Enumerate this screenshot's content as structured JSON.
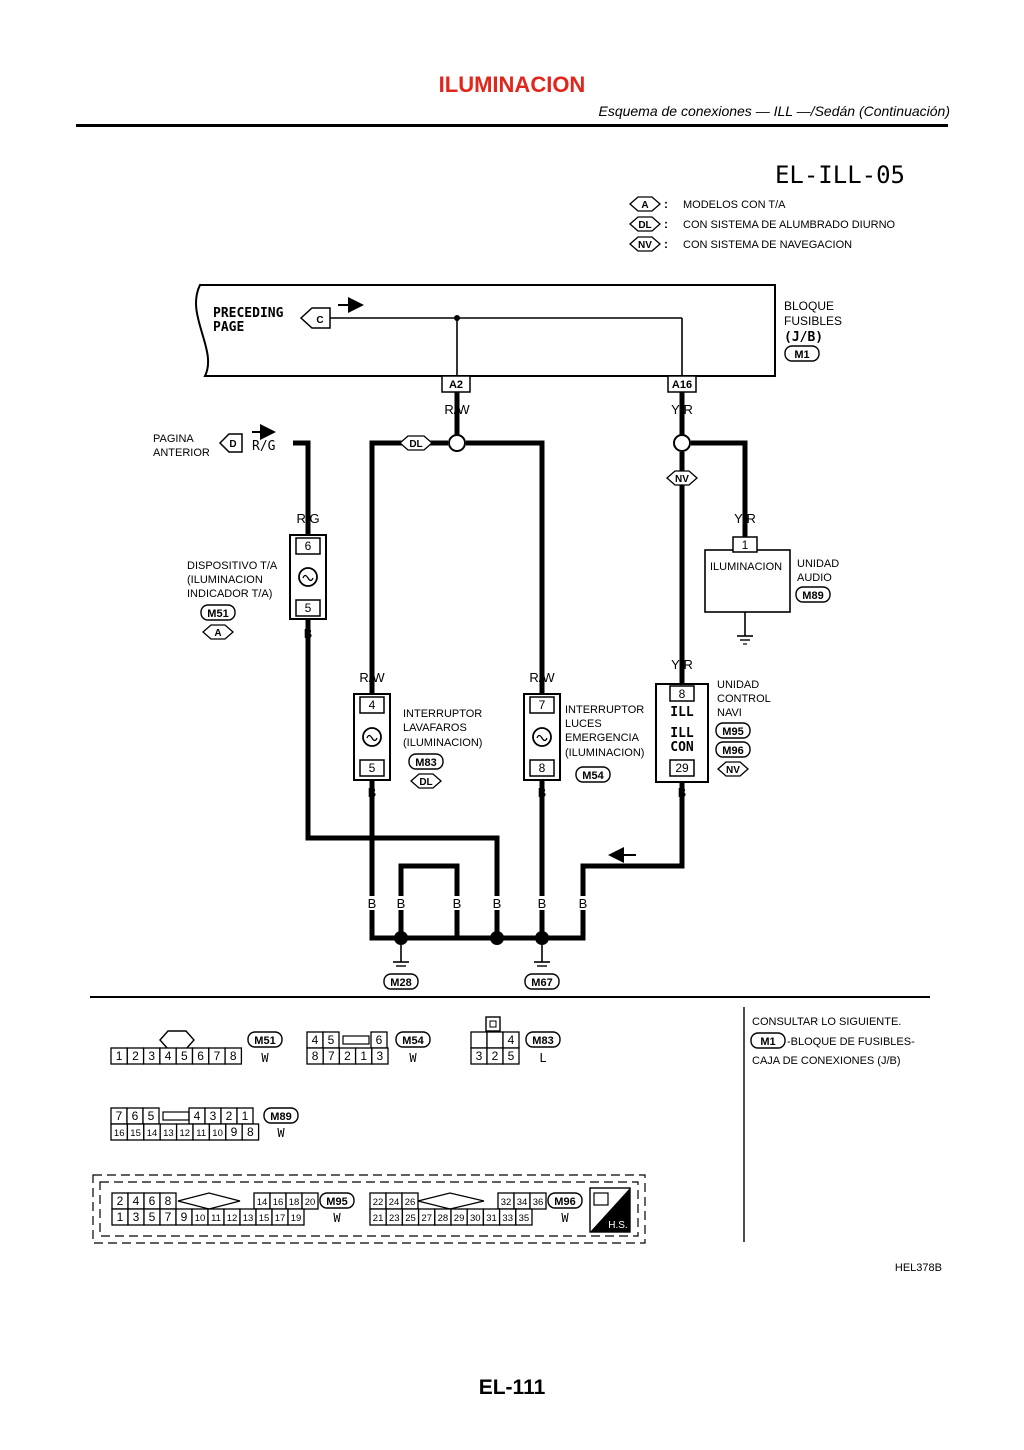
{
  "header": {
    "title": "ILUMINACION",
    "subtitle": "Esquema de conexiones — ILL —/Sedán (Continuación)"
  },
  "diagram_id": "EL-ILL-05",
  "legend": [
    {
      "code": "A",
      "text": "MODELOS CON T/A"
    },
    {
      "code": "DL",
      "text": "CON SISTEMA DE ALUMBRADO DIURNO"
    },
    {
      "code": "NV",
      "text": "CON SISTEMA DE NAVEGACION"
    }
  ],
  "fuse_block": {
    "preceding": [
      "PRECEDING",
      "PAGE"
    ],
    "ref": "C",
    "label": [
      "BLOQUE",
      "FUSIBLES",
      "(J/B)"
    ],
    "conn": "M1",
    "terminals": [
      "A2",
      "A16"
    ]
  },
  "pagina_anterior": {
    "lines": [
      "PAGINA",
      "ANTERIOR"
    ],
    "ref": "D",
    "wire": "R/G"
  },
  "wires": {
    "rw": "R/W",
    "yr": "Y/R",
    "rg": "R/G",
    "b": "B",
    "dl_tag": "DL",
    "nv_tag": "NV"
  },
  "components": {
    "ta": {
      "label": [
        "DISPOSITIVO T/A",
        "(ILUMINACION",
        "INDICADOR T/A)"
      ],
      "conn": "M51",
      "tag": "A",
      "pins": [
        "6",
        "5"
      ]
    },
    "audio": {
      "inner": "ILUMINACION",
      "label": [
        "UNIDAD",
        "AUDIO"
      ],
      "conn": "M89",
      "pin": "1"
    },
    "lavafaros": {
      "label": [
        "INTERRUPTOR",
        "LAVAFAROS",
        "(ILUMINACION)"
      ],
      "conn": "M83",
      "tag": "DL",
      "pins": [
        "4",
        "5"
      ]
    },
    "emergencia": {
      "label": [
        "INTERRUPTOR",
        "LUCES",
        "EMERGENCIA",
        "(ILUMINACION)"
      ],
      "conn": "M54",
      "pins": [
        "7",
        "8"
      ]
    },
    "navi": {
      "label": [
        "UNIDAD",
        "CONTROL",
        "NAVI"
      ],
      "conns": [
        "M95",
        "M96"
      ],
      "tag": "NV",
      "pins": [
        "8",
        "29"
      ],
      "inner": [
        "ILL",
        "ILL",
        "CON"
      ]
    }
  },
  "grounds": [
    "M28",
    "M67"
  ],
  "connectors": {
    "m51": {
      "conn": "M51",
      "color": "W",
      "pins": [
        "1",
        "2",
        "3",
        "4",
        "5",
        "6",
        "7",
        "8"
      ]
    },
    "m54": {
      "conn": "M54",
      "color": "W",
      "top": [
        "4",
        "5",
        "6"
      ],
      "bottom": [
        "8",
        "7",
        "2",
        "1",
        "3"
      ]
    },
    "m83": {
      "conn": "M83",
      "color": "L",
      "top": [
        "4"
      ],
      "bottom": [
        "3",
        "2",
        "5"
      ]
    },
    "m89": {
      "conn": "M89",
      "color": "W",
      "top": [
        "7",
        "6",
        "5",
        "4",
        "3",
        "2",
        "1"
      ],
      "bottom": [
        "16",
        "15",
        "14",
        "13",
        "12",
        "11",
        "10",
        "9",
        "8"
      ]
    },
    "m95": {
      "conn": "M95",
      "color": "W",
      "top": [
        "2",
        "4",
        "6",
        "8",
        "14",
        "16",
        "18",
        "20"
      ],
      "bottom": [
        "1",
        "3",
        "5",
        "7",
        "9",
        "10",
        "11",
        "12",
        "13",
        "15",
        "17",
        "19"
      ]
    },
    "m96": {
      "conn": "M96",
      "color": "W",
      "top": [
        "22",
        "24",
        "26",
        "32",
        "34",
        "36"
      ],
      "bottom": [
        "21",
        "23",
        "25",
        "27",
        "28",
        "29",
        "30",
        "31",
        "33",
        "35"
      ]
    },
    "hs": "H.S."
  },
  "reference_note": {
    "line1": "CONSULTAR LO SIGUIENTE.",
    "conn": "M1",
    "line2": "-BLOQUE DE FUSIBLES-",
    "line3": "CAJA DE CONEXIONES (J/B)"
  },
  "figure_code": "HEL378B",
  "page_number": "EL-111",
  "colors": {
    "title": "#e1261c",
    "ink": "#000000"
  }
}
